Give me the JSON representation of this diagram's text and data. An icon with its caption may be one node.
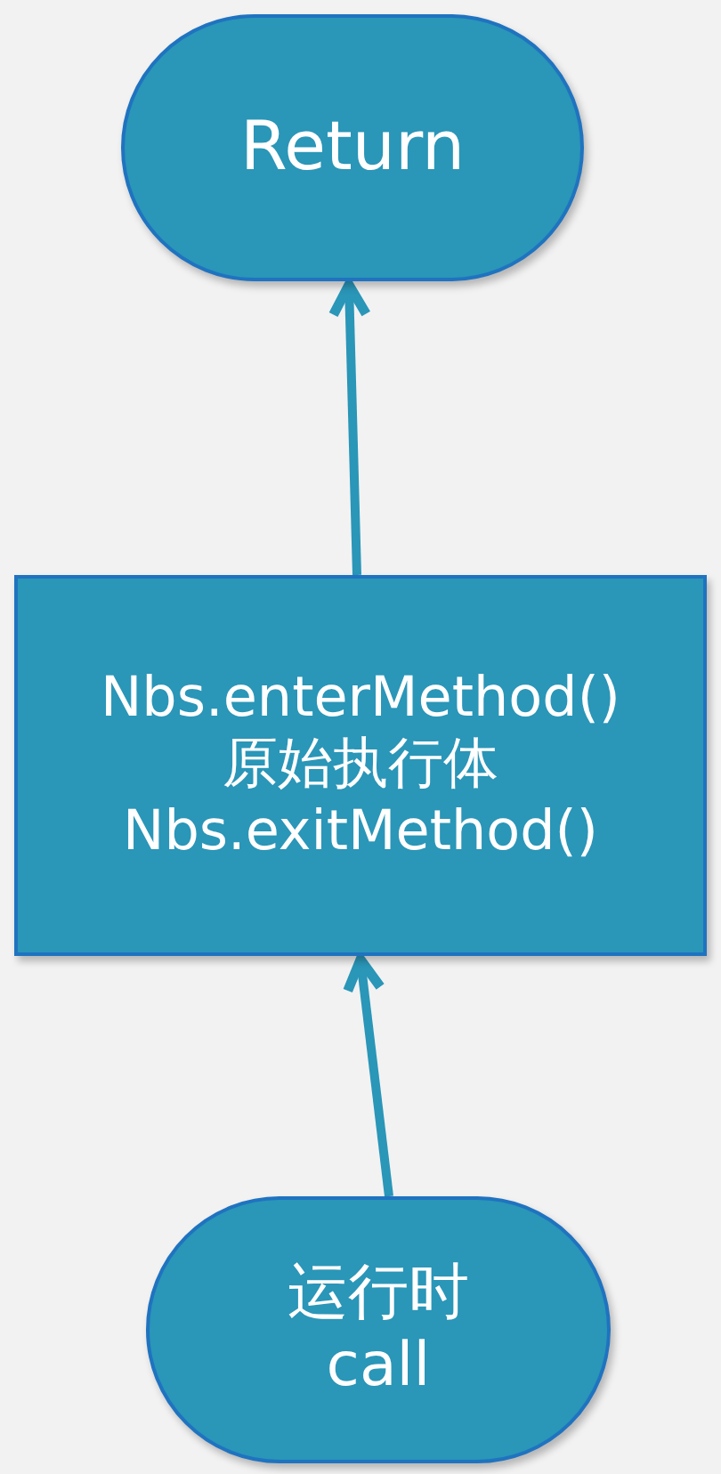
{
  "diagram": {
    "nodes": [
      {
        "text": [
          "Return"
        ]
      },
      {
        "text": [
          "Nbs.enterMethod()",
          "原始执行体",
          "Nbs.exitMethod()"
        ]
      },
      {
        "text": [
          "运行时",
          "call"
        ]
      }
    ],
    "edges": [
      {
        "from": 1,
        "to": 0,
        "arrow": "to"
      },
      {
        "from": 2,
        "to": 1,
        "arrow": "to"
      }
    ]
  }
}
